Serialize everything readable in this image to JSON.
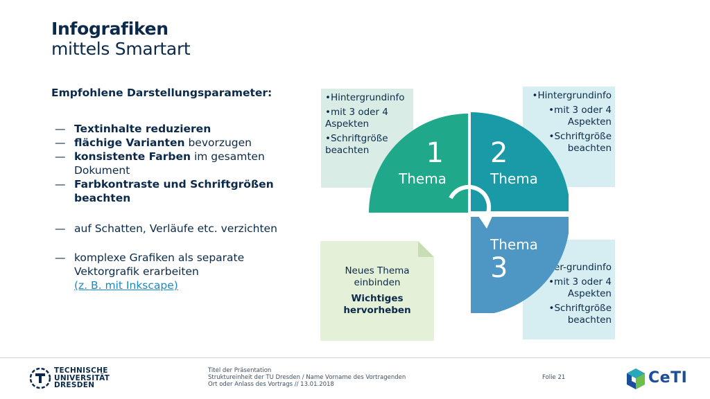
{
  "title": {
    "line1": "Infografiken",
    "line2": "mittels Smartart"
  },
  "lead": "Empfohlene Darstellungsparameter:",
  "bullets": {
    "dash": "—",
    "b1_bold": "Textinhalte reduzieren",
    "b2_bold": "flächige Varianten",
    "b2_rest": " bevorzugen",
    "b3_bold": "konsistente Farben",
    "b3_rest": " im gesamten Dokument",
    "b4_bold": "Farbkontraste und Schriftgrößen beachten",
    "b5": "auf Schatten, Verläufe etc. verzichten",
    "b6": "komplexe Grafiken als separate Vektorgrafik erarbeiten",
    "b6_link": "(z. B. mit Inkscape)"
  },
  "box1": [
    "•Hintergrundinfo",
    "•mit 3 oder 4 Aspekten",
    "•Schriftgröße beachten"
  ],
  "box2": [
    "•Hintergrundinfo",
    "•mit 3 oder 4 Aspekten",
    "•Schriftgröße beachten"
  ],
  "box3": [
    "•Hinter-grundinfo",
    "•mit 3 oder 4 Aspekten",
    "•Schriftgröße beachten"
  ],
  "note": {
    "line": "Neues Thema einbinden",
    "strong": "Wichtiges hervorheben"
  },
  "pie": {
    "q1_num": "1",
    "q1_word": "Thema",
    "q2_num": "2",
    "q2_word": "Thema",
    "q3_word": "Thema",
    "q3_num": "3",
    "colors": {
      "q1": "#1fa98a",
      "q2": "#199aa6",
      "q3": "#4e97c4"
    }
  },
  "footer": {
    "tud": [
      "TECHNISCHE",
      "UNIVERSITÄT",
      "DRESDEN"
    ],
    "info1": "Titel der Präsentation",
    "info2": "Struktureinheit der TU Dresden / Name Vorname des Vortragenden",
    "info3": "Ort oder Anlass des Vortrags // 13.01.2018",
    "folie": "Folie 21",
    "ceti": "CeTI"
  }
}
